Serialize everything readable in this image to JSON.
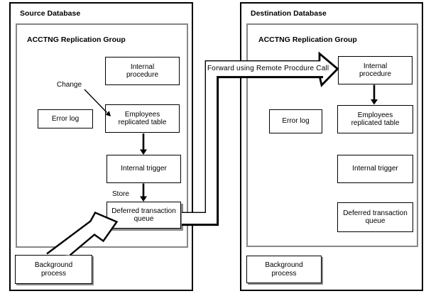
{
  "colors": {
    "line": "#000000",
    "group_border": "#878787",
    "shadow": "#8a8a8a",
    "background": "#ffffff"
  },
  "source": {
    "title": "Source Database",
    "group_title": "ACCTNG Replication Group",
    "boxes": {
      "internal_procedure": "Internal\nprocedure",
      "employees_table": "Employees\nreplicated table",
      "error_log": "Error log",
      "internal_trigger": "Internal trigger",
      "deferred_queue": "Deferred transaction\nqueue",
      "background_process": "Background\nprocess"
    },
    "annotations": {
      "change": "Change",
      "store": "Store"
    }
  },
  "destination": {
    "title": "Destination Database",
    "group_title": "ACCTNG Replication Group",
    "boxes": {
      "internal_procedure": "Internal\nprocedure",
      "employees_table": "Employees\nreplicated table",
      "error_log": "Error log",
      "internal_trigger": "Internal trigger",
      "deferred_queue": "Deferred transaction\nqueue",
      "background_process": "Background\nprocess"
    }
  },
  "connector_label": "Forward using Remote Procdure Call"
}
